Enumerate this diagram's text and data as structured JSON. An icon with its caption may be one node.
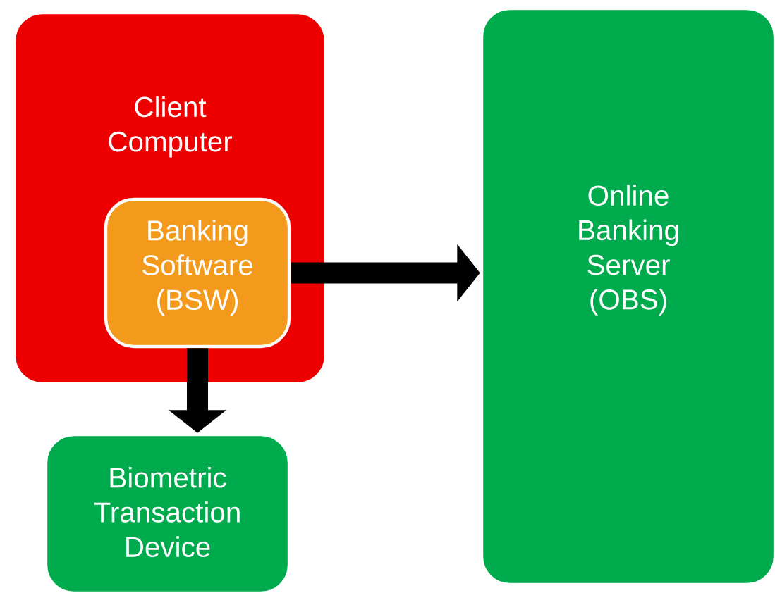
{
  "diagram": {
    "nodes": [
      {
        "text": [
          "Client Computer"
        ]
      },
      {
        "text": [
          "Banking Software (BSW)"
        ],
        "in": 0
      },
      {
        "text": [
          "Online Banking Server (OBS)"
        ]
      },
      {
        "text": [
          "Biometric Transaction Device"
        ]
      }
    ],
    "edges": [
      {
        "from": 1,
        "to": 2,
        "arrow": "to"
      },
      {
        "from": 1,
        "to": 3,
        "arrow": "to"
      }
    ]
  }
}
